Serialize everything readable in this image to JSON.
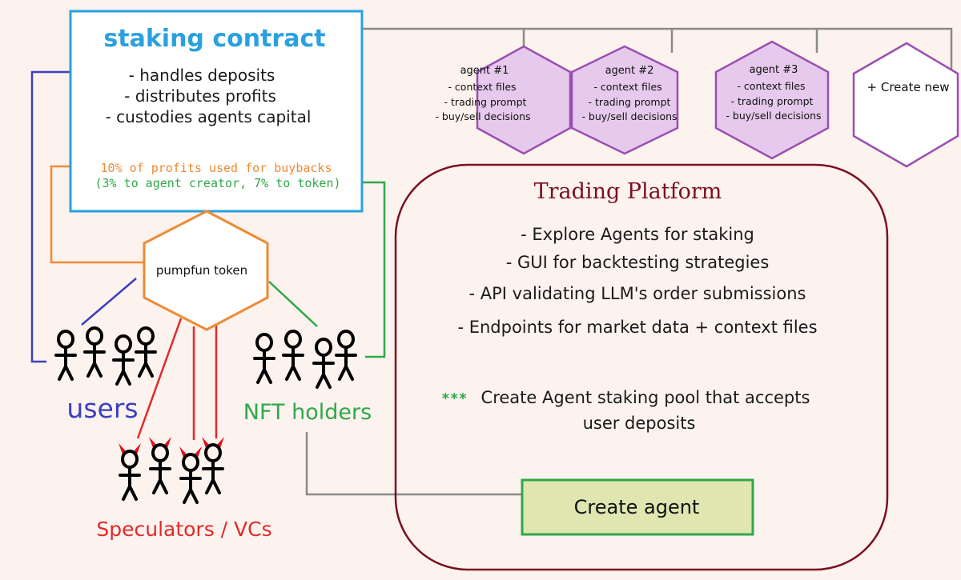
{
  "staking_contract": {
    "title": "staking contract",
    "items": [
      "- handles deposits",
      "- distributes profits",
      "- custodies agents capital"
    ],
    "buyback_line": "10% of profits used for buybacks",
    "split_line": "(3% to agent creator, 7% to token)"
  },
  "agents": [
    {
      "title": "agent #1",
      "items": [
        "- context files",
        "- trading prompt",
        "- buy/sell decisions"
      ]
    },
    {
      "title": "agent #2",
      "items": [
        "- context files",
        "- trading prompt",
        "- buy/sell decisions"
      ]
    },
    {
      "title": "agent #3",
      "items": [
        "- context files",
        "- trading prompt",
        "- buy/sell decisions"
      ]
    }
  ],
  "create_new": "+ Create new",
  "trading_platform": {
    "title": "Trading Platform",
    "items": [
      "- Explore Agents for staking",
      "- GUI for backtesting strategies",
      "- API validating LLM's order submissions",
      "- Endpoints for market data + context files"
    ],
    "note_marker": "***",
    "note_line1": "Create Agent staking pool that accepts",
    "note_line2": "user deposits"
  },
  "create_agent": "Create agent",
  "token": "pumpfun token",
  "groups": {
    "users": "users",
    "nft_holders": "NFT holders",
    "speculators": "Speculators / VCs"
  },
  "colors": {
    "background": "#fcf2ee",
    "staking_border": "#2aa1df",
    "agent_fill": "#e6c9ec",
    "agent_stroke": "#9a4fb0",
    "platform_stroke": "#7a1020",
    "create_agent_fill": "#dfe6b0",
    "create_agent_stroke": "#2fa84a",
    "token_stroke": "#ef8a33",
    "users": "#3b3fbf",
    "nft": "#2fa84a",
    "speculators": "#e02a2a",
    "connector": "#8a8a8a"
  }
}
